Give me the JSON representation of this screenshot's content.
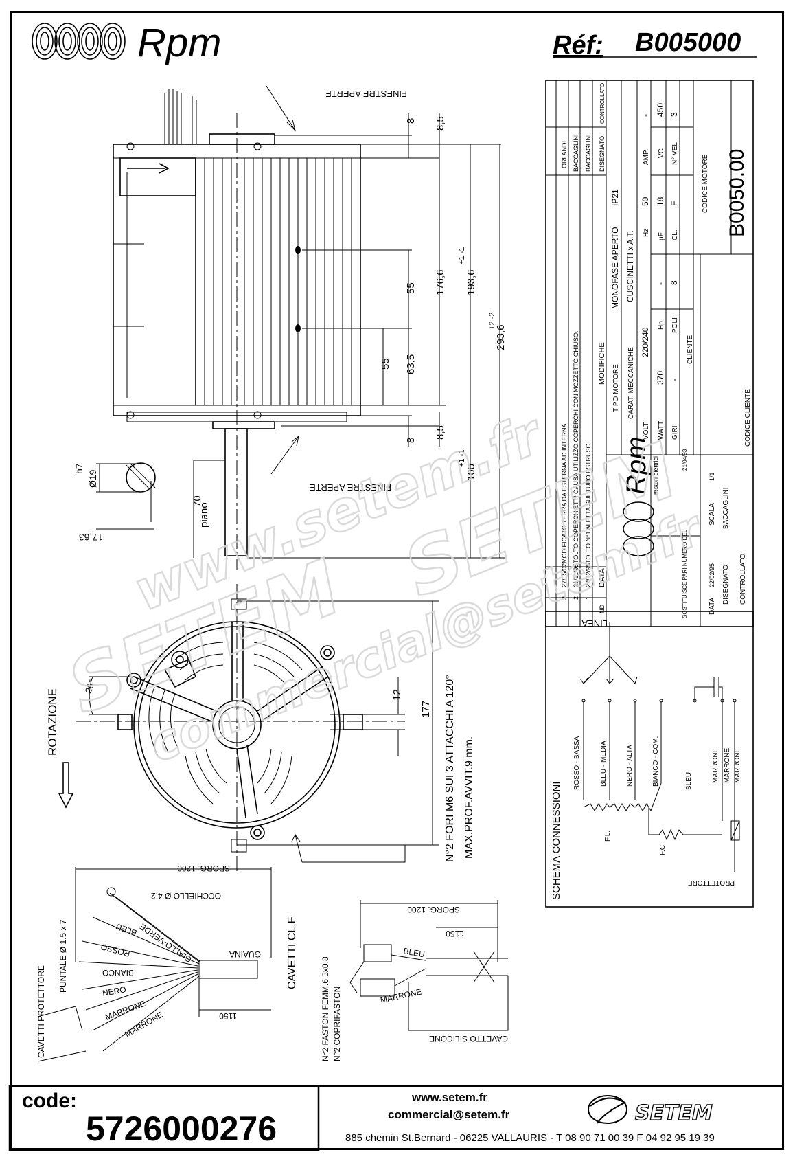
{
  "header": {
    "brand": "Rpm",
    "ref_label": "Réf:",
    "ref_value": "B005000"
  },
  "top_view": {
    "finestre_top": "FINESTRE APERTE",
    "finestre_bottom": "FINESTRE APERTE",
    "dims": {
      "d8_top": "8",
      "d85_top": "8,5",
      "d1766": "176,6",
      "d55a": "55",
      "d55b": "55",
      "d635": "63,5",
      "d1936": "193,6",
      "d1936_tol": "+1 -1",
      "d2936": "293,6",
      "d2936_tol": "+2 -2",
      "d8_bot": "8",
      "d85_bot": "8,5",
      "d100": "100",
      "d100_tol": "+1 -1",
      "d70": "70",
      "piano": "piano",
      "h7": "h7",
      "d19": "Ø19",
      "d1763": "17,63"
    }
  },
  "front_view": {
    "rotazione": "ROTAZIONE",
    "angle": "20°",
    "d12": "12",
    "d177": "177",
    "note1": "N°2 FORI M6 SUI 3 ATTACCHI A 120°",
    "note2": "MAX.PROF.AVVIT.9 mm."
  },
  "cables_left": {
    "sporg": "SPORG. 1200",
    "occhiello": "OCCHIELLO Ø 4.2",
    "giallo_verde": "GIALLO-VERDE",
    "bleu": "BLEU",
    "rosso": "ROSSO",
    "bianco": "BIANCO",
    "nero": "NERO",
    "marrone1": "MARRONE",
    "marrone2": "MARRONE",
    "guaina": "GUAINA",
    "d1150": "1150",
    "puntale": "PUNTALE Ø 1.5 x 7",
    "cavetti_protettore": "CAVETTI PROTETTORE"
  },
  "cables_right": {
    "cavetti_clf": "CAVETTI CL.F",
    "sporg": "SPORG. 1200",
    "d1150": "1150",
    "bleu": "BLEU",
    "marrone": "MARRONE",
    "faston1": "N°2 FASTON FEMM.6,3x0.8",
    "faston2": "N°2 COPRIFASTON",
    "cavetto_silicone": "CAVETTO SILICONE"
  },
  "title_block": {
    "modifiche": [
      {
        "nd": "3",
        "date": "27/05/02",
        "text": "MODIFICATO TERRA DA ESTERNA AD INTERNA",
        "by": "ORLANDI"
      },
      {
        "nd": "2",
        "date": "21/11/95",
        "text": "TOLTO COPERCHIETTI CAUSA UTILIZZO COPERCHI CON MOZZETTO CHIUSO.",
        "by": "BACCAGLINI"
      },
      {
        "nd": "1",
        "date": "22/02/95",
        "text": "TOLTO N°1 ALETTA SUL TUBO ESTRUSO.",
        "by": "BACCAGLINI"
      }
    ],
    "hdr_nd": "ND",
    "hdr_data": "DATA",
    "hdr_modifiche": "MODIFICHE",
    "hdr_disegnato": "DISEGNATO",
    "hdr_controllato": "CONTROLLATO",
    "tipo_motore_label": "TIPO MOTORE",
    "tipo_motore": "MONOFASE APERTO",
    "ip": "IP21",
    "carat_label": "CARAT. MECCANICHE",
    "carat": "CUSCINETTI x A.T.",
    "volt_label": "VOLT",
    "volt": "220/240",
    "hz_label": "Hz",
    "hz": "50",
    "amp_label": "AMP.",
    "amp": "-",
    "watt_label": "WATT",
    "watt": "370",
    "hp_label": "Hp",
    "hp": "-",
    "uf_label": "µF",
    "uf": "18",
    "vc_label": "VC",
    "vc": "450",
    "giri_label": "GIRI",
    "giri": "-",
    "poli_label": "POLI",
    "poli": "8",
    "cl_label": "CL.",
    "cl": "F",
    "nvel_label": "N° VEL",
    "nvel": "3",
    "cliente_label": "CLIENTE",
    "codice_motore_label": "CODICE MOTORE",
    "codice_motore": "B0050.00",
    "codice_cliente_label": "CODICE CLIENTE",
    "sostituisce": "SOSTITUISCE PARI NUMERO DEL",
    "sostituisce_date": "21/04/93",
    "data_label": "DATA",
    "data": "22/02/95",
    "scala_label": "SCALA",
    "scala": "1/1",
    "disegnato_label": "DISEGNATO",
    "disegnato": "BACCAGLINI",
    "controllato_label": "CONTROLLATO",
    "logo": "Rpm",
    "logo_sub": "motori elettrici"
  },
  "schema": {
    "title": "SCHEMA CONNESSIONI",
    "linea": "LINEA",
    "wires": [
      "ROSSO - BASSA",
      "BLEU - MEDIA",
      "NERO - ALTA",
      "BIANCO - COM.",
      "BLEU",
      "MARRONE",
      "MARRONE",
      "MARRONE"
    ],
    "fl": "F.L.",
    "fc": "F.C.",
    "protettore": "PROTETTORE"
  },
  "footer": {
    "code_label": "code:",
    "code_value": "5726000276",
    "web": "www.setem.fr",
    "email": "commercial@setem.fr",
    "address": "885 chemin St.Bernard  -  06225 VALLAURIS  -  T 08 90 71 00 39  F 04 92 95 19 39",
    "logo": "SETEM"
  },
  "watermark": {
    "line1": "www.setem.fr",
    "line2": "SETEM",
    "line3": "commercial@setem.fr"
  }
}
